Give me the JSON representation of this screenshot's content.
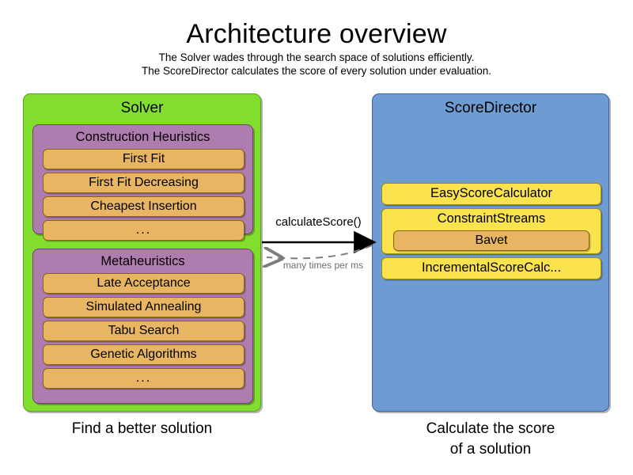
{
  "header": {
    "title": "Architecture overview",
    "subtitle_lines": [
      "The Solver wades through the search space of solutions efficiently.",
      "The ScoreDirector calculates the score of every solution under evaluation."
    ]
  },
  "solver": {
    "title": "Solver",
    "caption": "Find a better solution",
    "groups": [
      {
        "title": "Construction Heuristics",
        "items": [
          "First Fit",
          "First Fit Decreasing",
          "Cheapest Insertion",
          "..."
        ]
      },
      {
        "title": "Metaheuristics",
        "items": [
          "Late Acceptance",
          "Simulated Annealing",
          "Tabu Search",
          "Genetic Algorithms",
          "..."
        ]
      }
    ]
  },
  "score_director": {
    "title": "ScoreDirector",
    "caption_lines": [
      "Calculate the score",
      "of a solution"
    ],
    "calculators": [
      {
        "label": "EasyScoreCalculator"
      },
      {
        "label": "ConstraintStreams",
        "child": "Bavet"
      },
      {
        "label": "IncrementalScoreCalc..."
      }
    ]
  },
  "arrows": {
    "forward_label": "calculateScore()",
    "return_label": "many times per ms"
  },
  "colors": {
    "solver_green": "#82DE2E",
    "group_purple": "#AF7CAF",
    "item_orange": "#E8B563",
    "scoredirector_blue": "#6E9BD2",
    "calculator_yellow": "#FAE34D",
    "return_arrow_gray": "#6d6d6d",
    "forward_arrow_black": "#000000"
  }
}
